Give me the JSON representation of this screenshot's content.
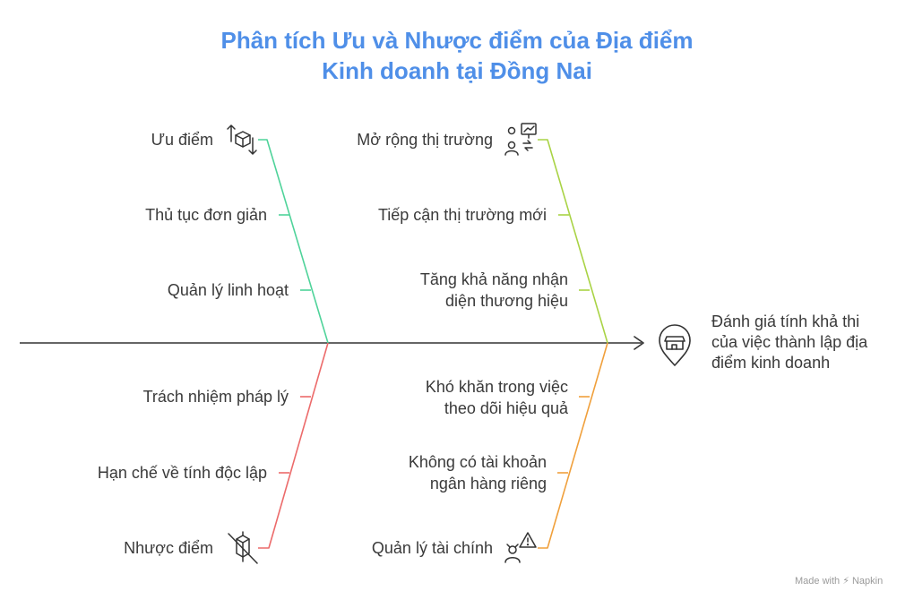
{
  "title": {
    "line1": "Phân tích Ưu và Nhược điểm của Địa điểm",
    "line2": "Kinh doanh tại Đồng Nai"
  },
  "categories": {
    "pros": {
      "label": "Ưu điểm",
      "icon": "pros-arrows-box-icon",
      "color": "#4fd39a"
    },
    "market": {
      "label": "Mở rộng thị trường",
      "icon": "market-expansion-icon",
      "color": "#a9d345"
    },
    "cons": {
      "label": "Nhược điểm",
      "icon": "cons-crossed-box-icon",
      "color": "#ec6b6b"
    },
    "finance": {
      "label": "Quản lý tài chính",
      "icon": "finance-warning-icon",
      "color": "#f0a03c"
    }
  },
  "causes": {
    "pros": [
      "Thủ tục đơn giản",
      "Quản lý linh hoạt"
    ],
    "market": [
      "Tiếp cận thị trường mới",
      {
        "line1": "Tăng khả năng nhận",
        "line2": "diện thương hiệu"
      }
    ],
    "cons": [
      "Trách nhiệm pháp lý",
      "Hạn chế về tính độc lập"
    ],
    "finance": [
      {
        "line1": "Khó khăn trong việc",
        "line2": "theo dõi hiệu quả"
      },
      {
        "line1": "Không có tài khoản",
        "line2": "ngân hàng riêng"
      }
    ]
  },
  "effect": {
    "line1": "Đánh giá tính khả thi",
    "line2": "của việc thành lập địa",
    "line3": "điểm kinh doanh",
    "icon": "storefront-pin-icon"
  },
  "spine_color": "#333333",
  "footer": {
    "credit": "Made with ⚡ Napkin"
  }
}
